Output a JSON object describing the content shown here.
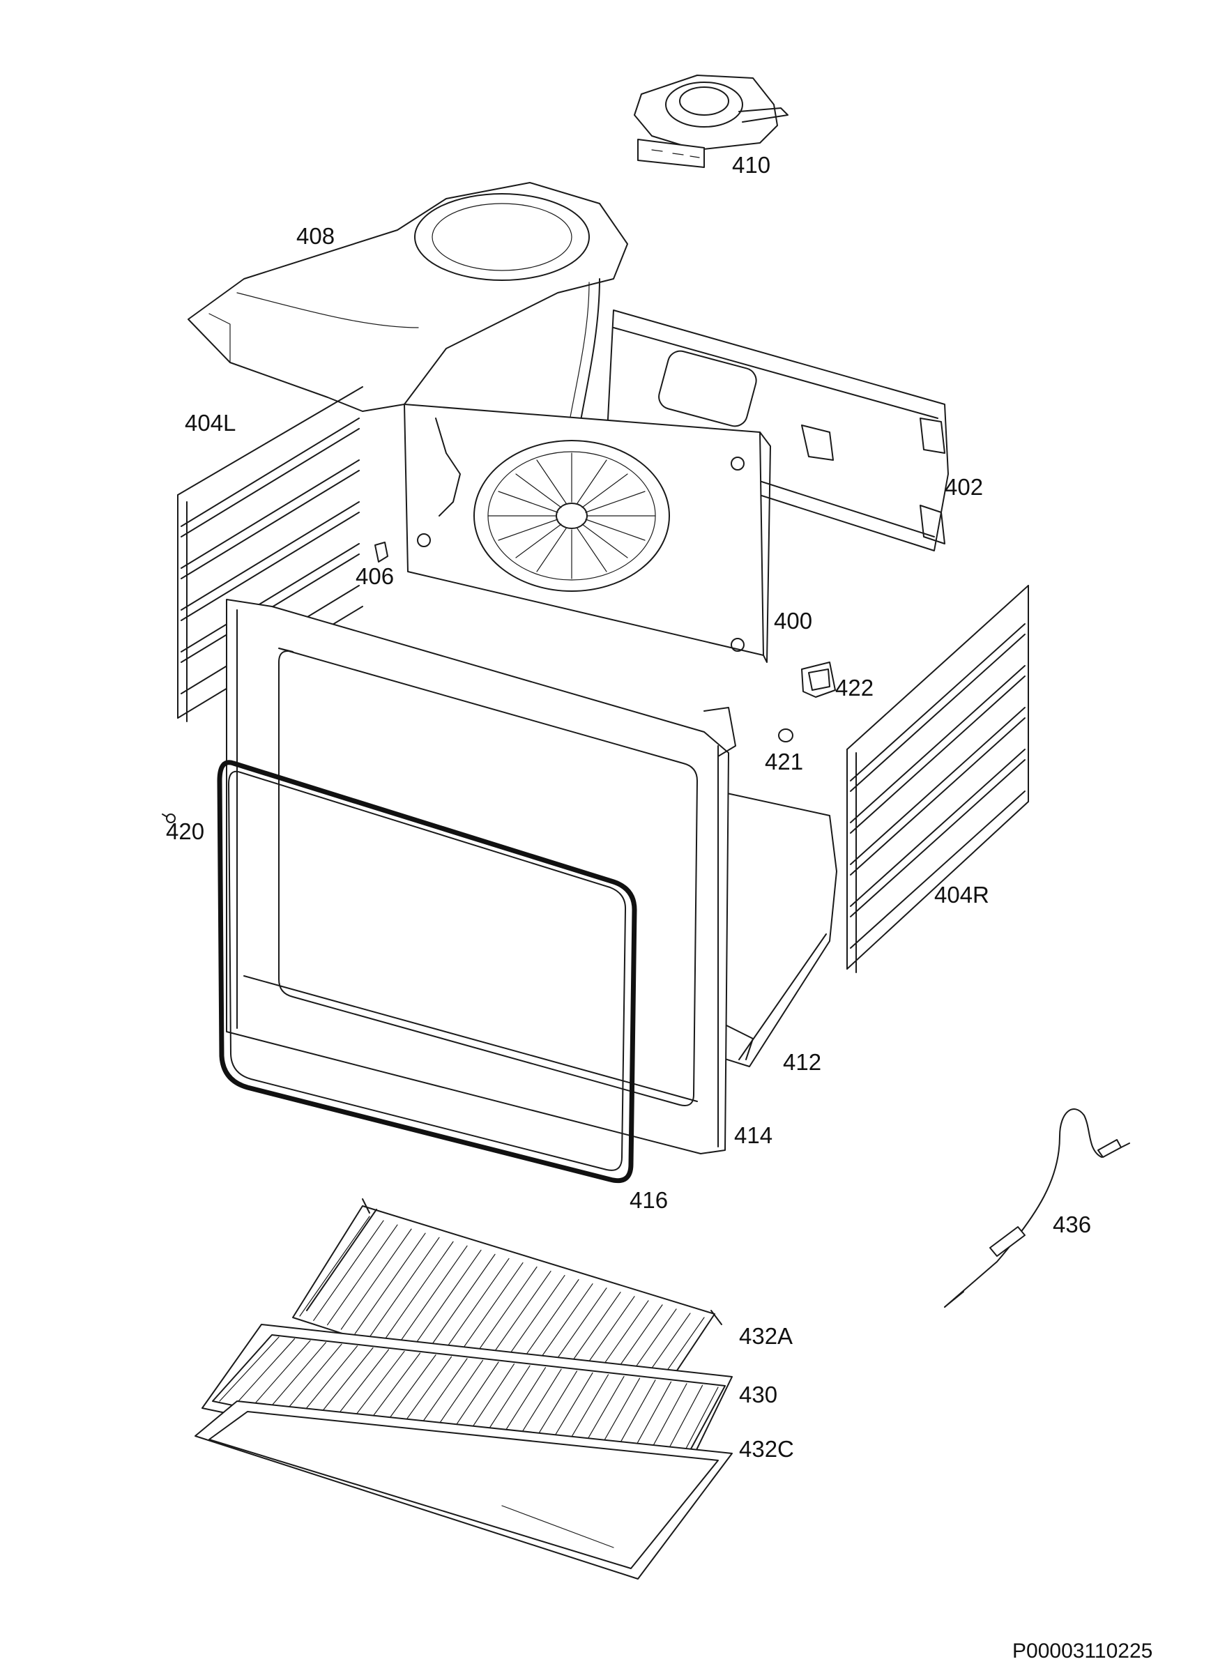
{
  "labels": {
    "l410": "410",
    "l408": "408",
    "l404L": "404L",
    "l402": "402",
    "l406": "406",
    "l400": "400",
    "l422": "422",
    "l421": "421",
    "l420": "420",
    "l404R": "404R",
    "l412": "412",
    "l414": "414",
    "l416": "416",
    "l436": "436",
    "l432A": "432A",
    "l430": "430",
    "l432C": "432C"
  },
  "reference": "P00003110225"
}
